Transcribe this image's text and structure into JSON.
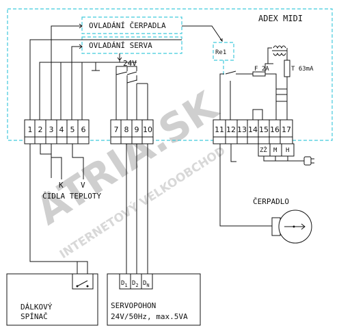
{
  "title": "ADEX MIDI",
  "labels": {
    "pump_control": "OVLADÁNÍ ČERPADLA",
    "servo_control": "OVLADÁNÍ SERVA",
    "voltage": "24V",
    "relay": "Re1",
    "fuse": "F 2A",
    "transformer": "T 63mA",
    "sensor_k": "K",
    "sensor_v": "V",
    "sensors": "ČIDLA TEPLOTY",
    "pump": "ČERPADLO",
    "remote_line1": "DÁLKOVÝ",
    "remote_line2": "SPÍNAČ",
    "servo_line1": "SERVOPOHON",
    "servo_line2": "24V/50Hz, max.5VA",
    "zz": "ZŽ",
    "m": "M",
    "h": "H",
    "d1": "D",
    "d1_sub": "1",
    "d2": "D",
    "d2_sub": "2",
    "dn": "D",
    "dn_sub": "N"
  },
  "terminals_left": [
    "1",
    "2",
    "3",
    "4",
    "5",
    "6"
  ],
  "terminals_mid": [
    "7",
    "8",
    "9",
    "10"
  ],
  "terminals_right": [
    "11",
    "12",
    "13",
    "14",
    "15",
    "16",
    "17"
  ],
  "watermark": {
    "main": "ATRIA.SK",
    "sub": "INTERNETOVÝ VELKOOBCHOD"
  }
}
